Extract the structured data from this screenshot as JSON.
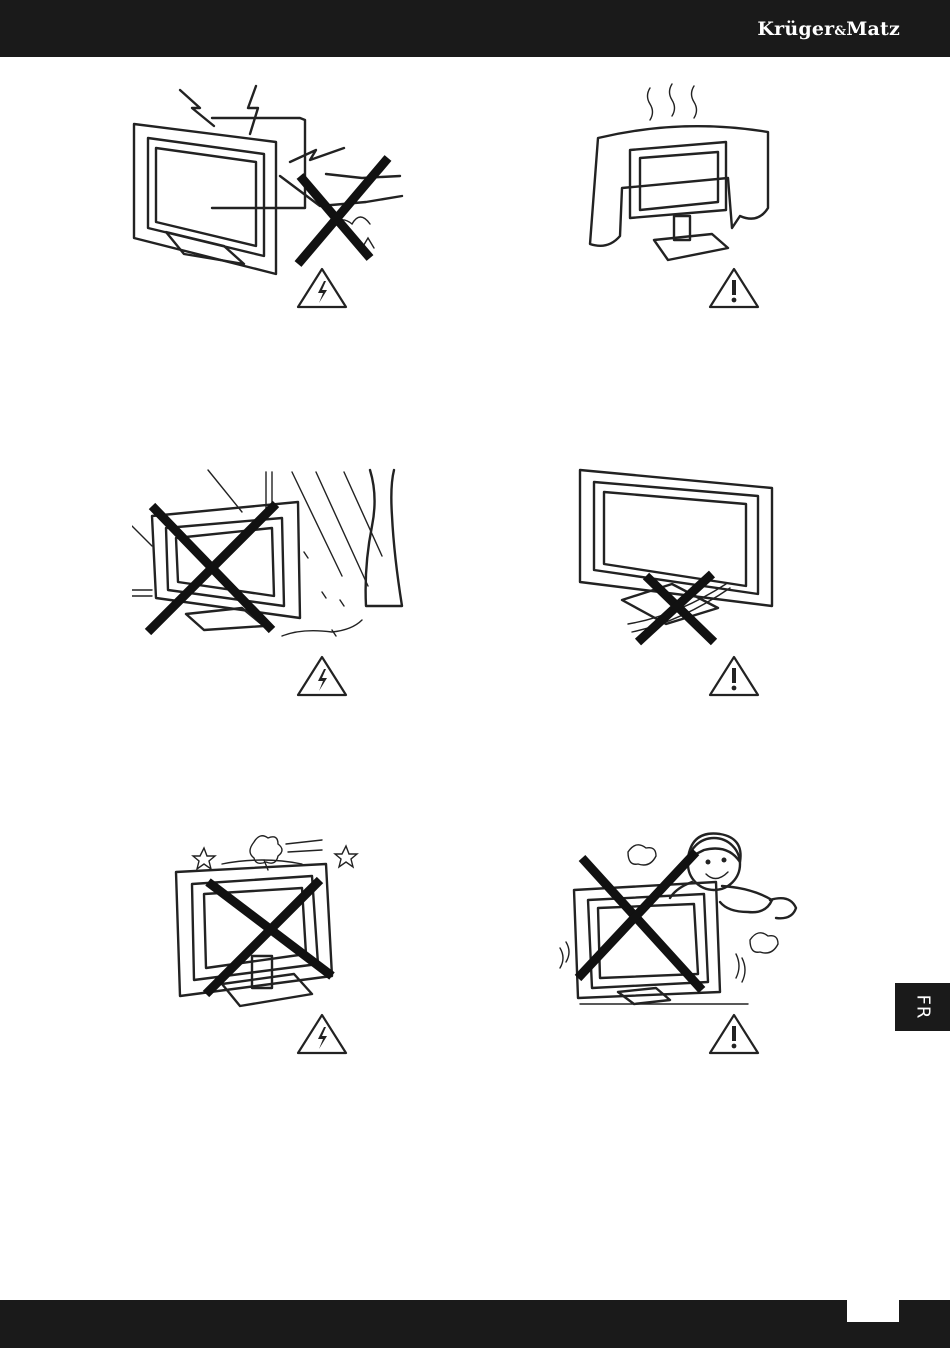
{
  "header": {
    "brand_main": "Krüger",
    "brand_amp": "&",
    "brand_tail": "Matz"
  },
  "side_tab": {
    "label": "FR"
  },
  "colors": {
    "bar": "#1a1a1a",
    "ink": "#222222",
    "paper": "#ffffff"
  },
  "illustrations": [
    {
      "name": "lightning-antenna",
      "warning": "electric-shock-icon"
    },
    {
      "name": "covered-tv",
      "warning": "caution-icon"
    },
    {
      "name": "rain-window",
      "warning": "electric-shock-icon"
    },
    {
      "name": "cable-under-stand",
      "warning": "caution-icon"
    },
    {
      "name": "object-on-top",
      "warning": "electric-shock-icon"
    },
    {
      "name": "child-climbing",
      "warning": "caution-icon"
    }
  ]
}
